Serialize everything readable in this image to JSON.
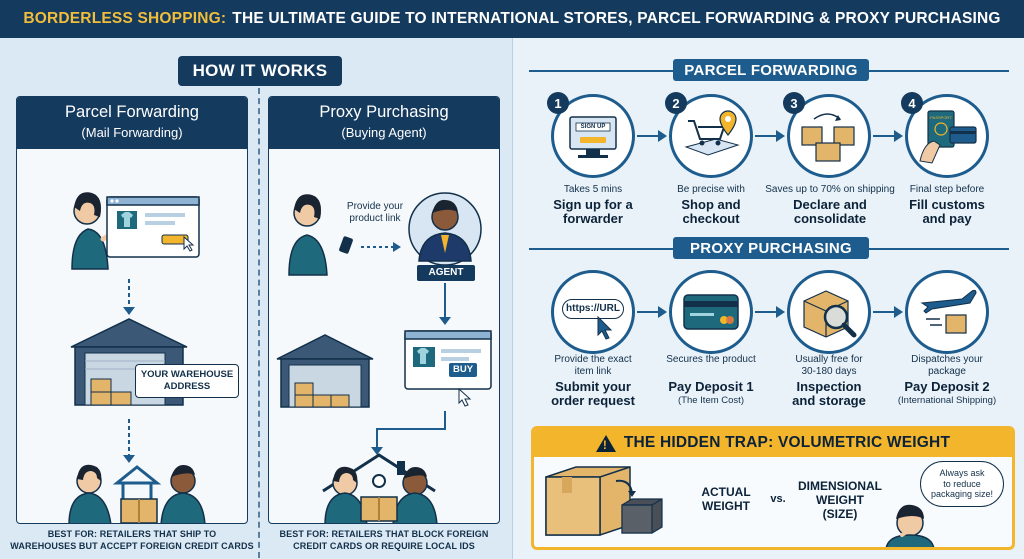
{
  "header": {
    "title_highlight": "BORDERLESS SHOPPING:",
    "title_rest": "THE ULTIMATE GUIDE TO INTERNATIONAL STORES, PARCEL FORWARDING & PROXY PURCHASING"
  },
  "left": {
    "banner": "HOW IT WORKS",
    "forwarding_card": {
      "title": "Parcel Forwarding",
      "subtitle": "(Mail Forwarding)",
      "warehouse_label_1": "YOUR WAREHOUSE",
      "warehouse_label_2": "ADDRESS",
      "best_for_1": "BEST FOR: RETAILERS THAT SHIP TO",
      "best_for_2": "WAREHOUSES BUT ACCEPT FOREIGN CREDIT CARDS"
    },
    "proxy_card": {
      "title": "Proxy Purchasing",
      "subtitle": "(Buying Agent)",
      "link_note_1": "Provide your",
      "link_note_2": "product link",
      "agent_label": "AGENT",
      "buy_label": "BUY",
      "best_for_1": "BEST FOR: RETAILERS THAT BLOCK FOREIGN",
      "best_for_2": "CREDIT CARDS OR REQUIRE LOCAL IDS"
    }
  },
  "parcel": {
    "heading": "PARCEL FORWARDING",
    "steps": [
      {
        "num": "1",
        "small": "Takes 5 mins",
        "big_1": "Sign up for a",
        "big_2": "forwarder",
        "icon_text": "SIGN UP"
      },
      {
        "num": "2",
        "small": "Be precise with",
        "big_1": "Shop and",
        "big_2": "checkout"
      },
      {
        "num": "3",
        "small": "Saves up to 70% on shipping",
        "big_1": "Declare and",
        "big_2": "consolidate"
      },
      {
        "num": "4",
        "small": "Final step before",
        "big_1": "Fill customs",
        "big_2": "and pay",
        "icon_text": "PASSPORT"
      }
    ]
  },
  "proxy": {
    "heading": "PROXY PURCHASING",
    "steps": [
      {
        "small_1": "Provide the exact",
        "small_2": "item link",
        "big_1": "Submit your",
        "big_2": "order request",
        "icon_text": "https://URL"
      },
      {
        "small_1": "Secures the product",
        "small_2": "",
        "big_1": "Pay Deposit 1",
        "big_2": "",
        "sub": "(The Item Cost)"
      },
      {
        "small_1": "Usually free for",
        "small_2": "30-180 days",
        "big_1": "Inspection",
        "big_2": "and storage"
      },
      {
        "small_1": "Dispatches your",
        "small_2": "package",
        "big_1": "Pay Deposit 2",
        "big_2": "",
        "sub": "(International Shipping)"
      }
    ]
  },
  "trap": {
    "heading": "THE HIDDEN TRAP: VOLUMETRIC WEIGHT",
    "actual_1": "ACTUAL",
    "actual_2": "WEIGHT",
    "vs": "vs.",
    "dim_1": "DIMENSIONAL",
    "dim_2": "WEIGHT",
    "dim_3": "(SIZE)",
    "tip_1": "Always ask",
    "tip_2": "to reduce",
    "tip_3": "packaging size!"
  },
  "colors": {
    "navy": "#143a5e",
    "accent_blue": "#1d5c8c",
    "gold": "#f2b52c",
    "box_tan": "#e2b56b"
  }
}
